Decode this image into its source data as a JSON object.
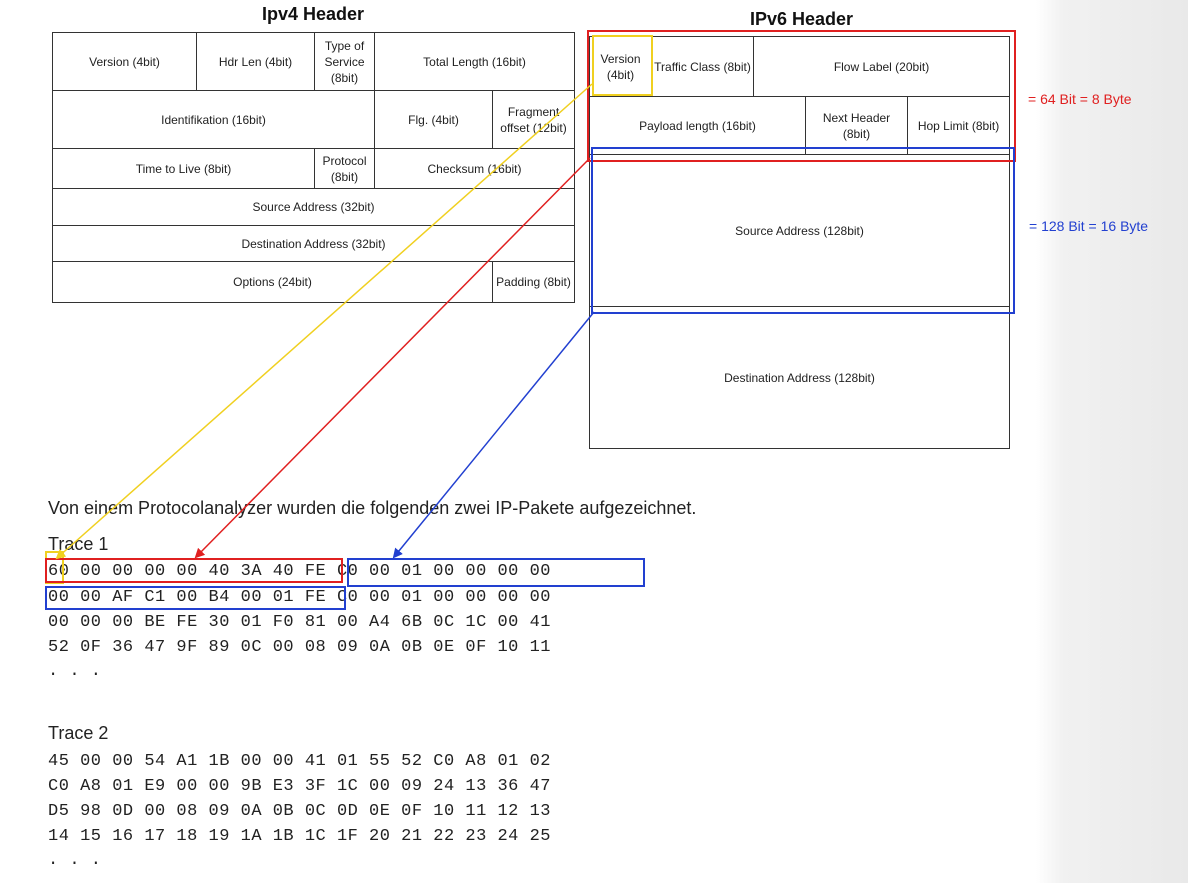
{
  "ipv4": {
    "title": "Ipv4 Header",
    "row1": [
      "Version (4bit)",
      "Hdr Len (4bit)",
      "Type of Service (8bit)",
      "Total Length (16bit)"
    ],
    "row2": [
      "Identifikation (16bit)",
      "Flg. (4bit)",
      "Fragment offset (12bit)"
    ],
    "row3": [
      "Time to Live (8bit)",
      "Protocol (8bit)",
      "Checksum (16bit)"
    ],
    "row4": [
      "Source Address (32bit)"
    ],
    "row5": [
      "Destination Address (32bit)"
    ],
    "row6": [
      "Options (24bit)",
      "Padding (8bit)"
    ]
  },
  "ipv6": {
    "title": "IPv6 Header",
    "row1": [
      "Version (4bit)",
      "Traffic Class (8bit)",
      "Flow Label (20bit)"
    ],
    "row2": [
      "Payload length (16bit)",
      "Next Header (8bit)",
      "Hop Limit (8bit)"
    ],
    "row3": [
      "Source Address (128bit)"
    ],
    "row4": [
      "Destination Address (128bit)"
    ]
  },
  "annotations": {
    "header_size": "= 64 Bit = 8 Byte",
    "address_size": "= 128 Bit = 16 Byte",
    "colors": {
      "version": "#f0d020",
      "header": "#e02020",
      "address": "#2240d0"
    }
  },
  "intro": "Von einem Protocolanalyzer wurden die folgenden zwei IP-Pakete aufgezeichnet.",
  "traces": [
    {
      "title": "Trace 1",
      "rows": [
        "60 00 00 00 00 40 3A 40 FE C0 00 01 00 00 00 00",
        "00 00 AF C1 00 B4 00 01 FE C0 00 01 00 00 00 00",
        "00 00 00 BE FE 30 01 F0 81 00 A4 6B 0C 1C 00 41",
        "52 0F 36 47 9F 89 0C 00 08 09 0A 0B 0E 0F 10 11",
        ". . ."
      ]
    },
    {
      "title": "Trace 2",
      "rows": [
        "45 00 00 54 A1 1B 00 00 41 01 55 52 C0 A8 01 02",
        "C0 A8 01 E9 00 00 9B E3 3F 1C 00 09 24 13 36 47",
        "D5 98 0D 00 08 09 0A 0B 0C 0D 0E 0F 10 11 12 13",
        "14 15 16 17 18 19 1A 1B 1C 1F 20 21 22 23 24 25",
        ". . ."
      ]
    }
  ]
}
